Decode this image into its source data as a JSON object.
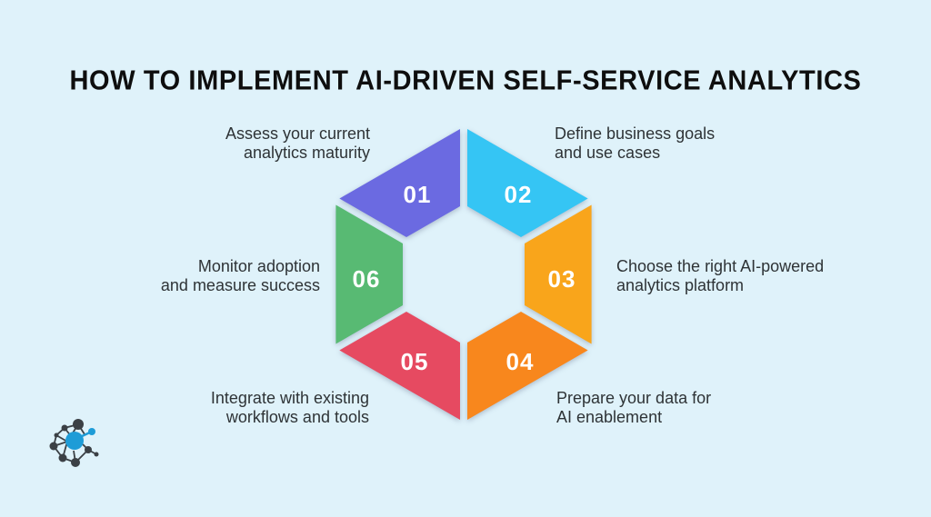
{
  "title": "HOW TO IMPLEMENT AI-DRIVEN SELF-SERVICE ANALYTICS",
  "colors": {
    "background": "#dff2fa",
    "title_text": "#0e0e0e",
    "label_text": "#2e3336",
    "number_text": "#ffffff",
    "logo_dark": "#3b4045",
    "logo_blue": "#1e9cd7"
  },
  "diagram": {
    "type": "hexagon-cycle",
    "steps": [
      {
        "number": "01",
        "color": "#6b6ae1",
        "position": "top-left",
        "label_line1": "Assess your current",
        "label_line2": "analytics maturity"
      },
      {
        "number": "02",
        "color": "#35c5f4",
        "position": "top-right",
        "label_line1": "Define business goals",
        "label_line2": "and use cases"
      },
      {
        "number": "03",
        "color": "#f9a51b",
        "position": "right",
        "label_line1": "Choose the right AI-powered",
        "label_line2": "analytics platform"
      },
      {
        "number": "04",
        "color": "#f8871d",
        "position": "bottom-right",
        "label_line1": "Prepare your data for",
        "label_line2": "AI enablement"
      },
      {
        "number": "05",
        "color": "#e64a61",
        "position": "bottom-left",
        "label_line1": "Integrate with existing",
        "label_line2": "workflows and tools"
      },
      {
        "number": "06",
        "color": "#58ba73",
        "position": "left",
        "label_line1": "Monitor adoption",
        "label_line2": "and measure success"
      }
    ]
  },
  "logo": {
    "name": "network-graph-logo"
  }
}
